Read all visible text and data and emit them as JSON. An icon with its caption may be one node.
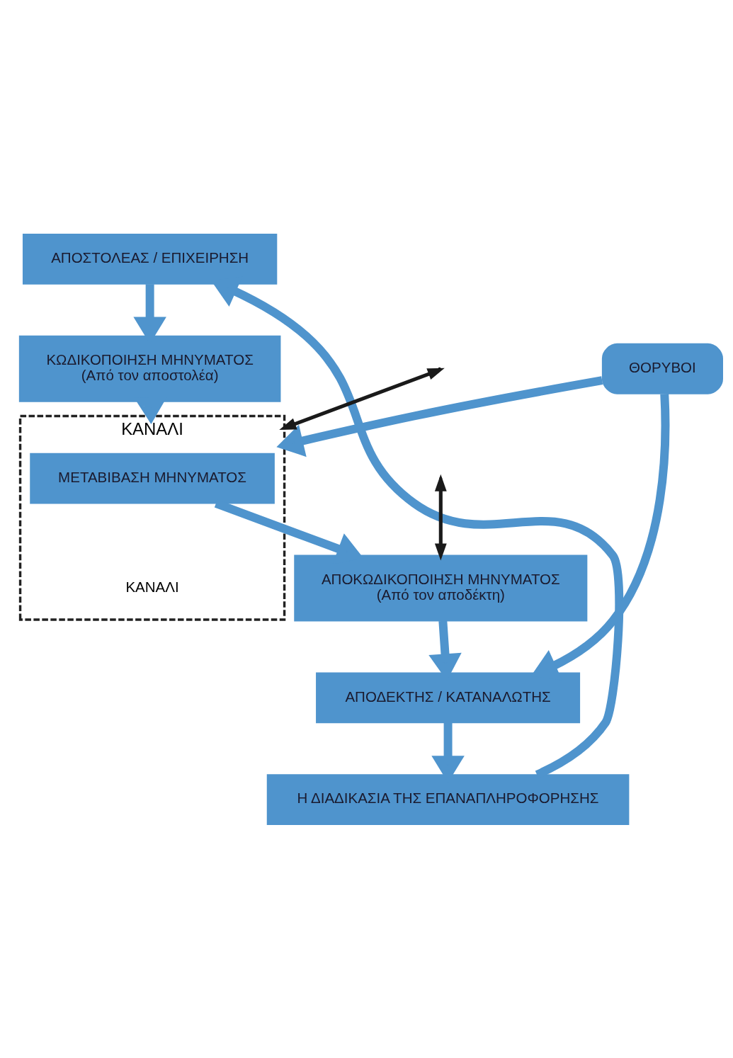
{
  "diagram": {
    "nodes": [
      {
        "text": [
          "ΑΠΟΣΤΟΛΕΑΣ / ΕΠΙΧΕΙΡΗΣΗ"
        ]
      },
      {
        "text": [
          "ΚΩΔΙΚΟΠΟΙΗΣΗ ΜΗΝΥΜΑΤΟΣ",
          "(Από τον αποστολέα)"
        ]
      },
      {
        "text": [
          "ΚΑΝΑΛΙ",
          "ΚΑΝΑΛΙ"
        ]
      },
      {
        "text": [
          "ΜΕΤΑΒΙΒΑΣΗ ΜΗΝΥΜΑΤΟΣ"
        ],
        "in": 2
      },
      {
        "text": [
          "ΑΠΟΚΩΔΙΚΟΠΟΙΗΣΗ ΜΗΝΥΜΑΤΟΣ",
          "(Από τον αποδέκτη)"
        ]
      },
      {
        "text": [
          "ΑΠΟΔΕΚΤΗΣ / ΚΑΤΑΝΑΛΩΤΗΣ"
        ]
      },
      {
        "text": [
          "Η ΔΙΑΔΙΚΑΣΙΑ ΤΗΣ ΕΠΑΝΑΠΛΗΡΟΦΟΡΗΣΗΣ"
        ]
      },
      {
        "text": [
          "ΘΟΡΥΒΟΙ"
        ]
      }
    ],
    "edges": [
      {
        "from": 0,
        "to": 1,
        "arrow": "to"
      },
      {
        "from": 1,
        "to": 2,
        "arrow": "to"
      },
      {
        "from": 3,
        "to": 4,
        "arrow": "to"
      },
      {
        "from": 4,
        "to": 5,
        "arrow": "to"
      },
      {
        "from": 5,
        "to": 6,
        "arrow": "to"
      },
      {
        "from": 6,
        "to": 0,
        "arrow": "to"
      },
      {
        "from": 7,
        "to": 2,
        "arrow": "to"
      },
      {
        "from": 7,
        "to": 5,
        "arrow": "to"
      },
      {
        "from": null,
        "to": 2,
        "arrow": "both",
        "color": "#1a1a1a"
      },
      {
        "from": null,
        "to": 4,
        "arrow": "both",
        "color": "#1a1a1a"
      }
    ]
  }
}
